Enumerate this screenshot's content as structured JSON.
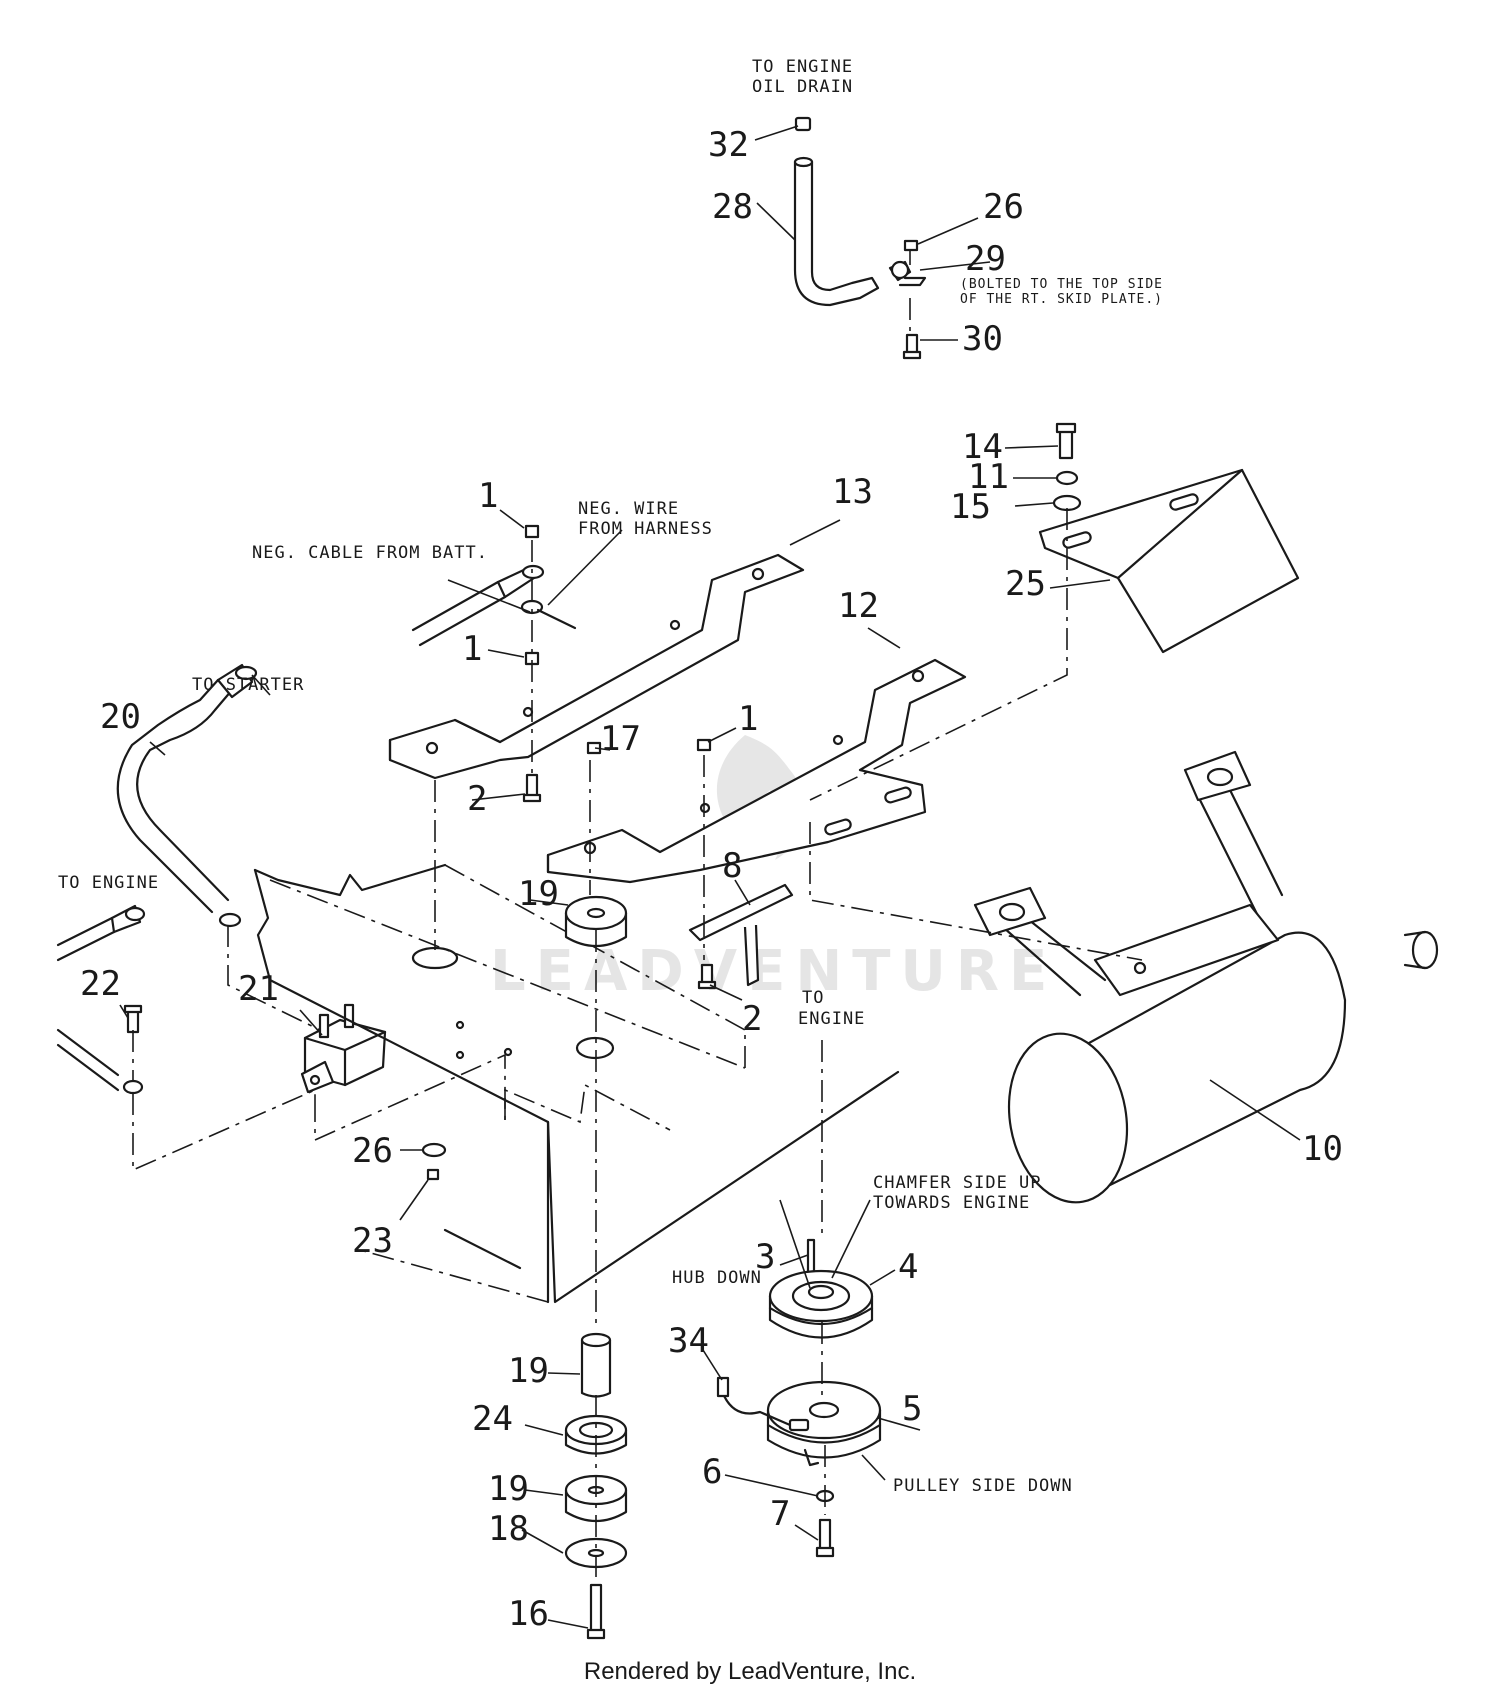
{
  "callouts": {
    "c32": "32",
    "c28": "28",
    "c26a": "26",
    "c29": "29",
    "c30": "30",
    "c14": "14",
    "c11": "11",
    "c15": "15",
    "c25": "25",
    "c1a": "1",
    "c1b": "1",
    "c1c": "1",
    "c13": "13",
    "c12": "12",
    "c2a": "2",
    "c2b": "2",
    "c17": "17",
    "c19a": "19",
    "c8": "8",
    "c20": "20",
    "c22": "22",
    "c21": "21",
    "c26b": "26",
    "c23": "23",
    "c10": "10",
    "c3": "3",
    "c4": "4",
    "c5": "5",
    "c34": "34",
    "c6": "6",
    "c7": "7",
    "c19b": "19",
    "c24": "24",
    "c19c": "19",
    "c18": "18",
    "c16": "16"
  },
  "notes": {
    "to_engine_oil_1": "TO ENGINE",
    "to_engine_oil_2": "OIL DRAIN",
    "bolted_1": "(BOLTED TO THE TOP SIDE",
    "bolted_2": "OF THE RT. SKID PLATE.)",
    "neg_cable": "NEG. CABLE FROM BATT.",
    "neg_wire_1": "NEG. WIRE",
    "neg_wire_2": "FROM HARNESS",
    "to_starter": "TO STARTER",
    "to_engine_left": "TO ENGINE",
    "to_engine_mid_1": "TO",
    "to_engine_mid_2": "ENGINE",
    "chamfer_1": "CHAMFER SIDE UP",
    "chamfer_2": "TOWARDS ENGINE",
    "hub_down": "HUB DOWN",
    "pulley_side_down": "PULLEY SIDE DOWN"
  },
  "watermark": "LEADVENTURE",
  "credit": "Rendered by LeadVenture, Inc."
}
